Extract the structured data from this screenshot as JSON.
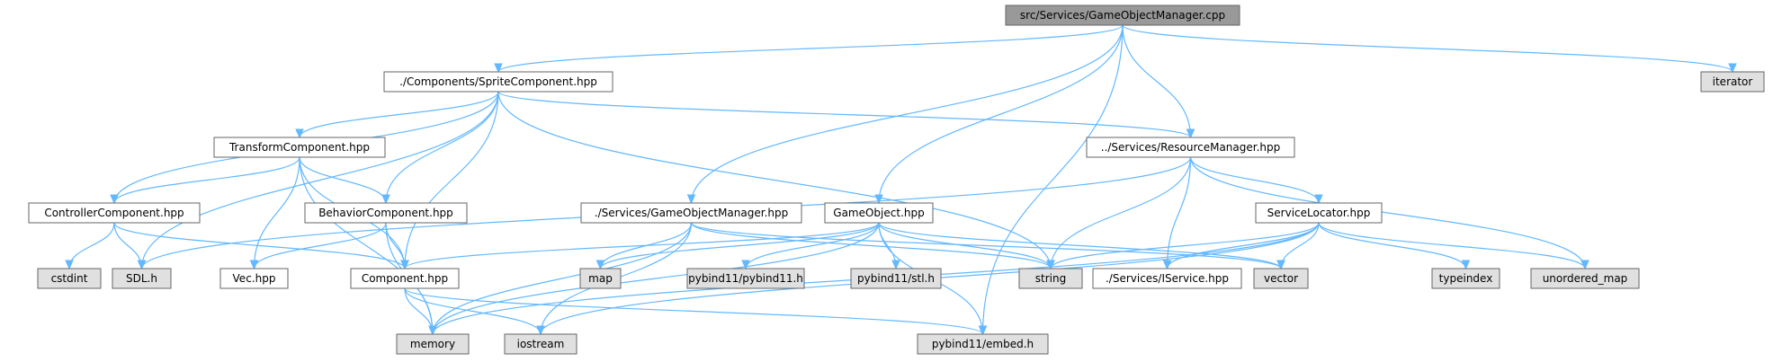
{
  "colors": {
    "edge": "#63b8ff",
    "root_fill": "#999999",
    "node_fill": "#ffffff",
    "system_fill": "#e0e0e0",
    "border": "#666666"
  },
  "diagram": {
    "nodes": [
      {
        "id": "root",
        "label": "src/Services/GameObjectManager.cpp",
        "kind": "root"
      },
      {
        "id": "sprite",
        "label": "./Components/SpriteComponent.hpp",
        "kind": "file"
      },
      {
        "id": "iterator",
        "label": "iterator",
        "kind": "system"
      },
      {
        "id": "transform",
        "label": "TransformComponent.hpp",
        "kind": "file"
      },
      {
        "id": "resmgr",
        "label": "../Services/ResourceManager.hpp",
        "kind": "file"
      },
      {
        "id": "controller",
        "label": "ControllerComponent.hpp",
        "kind": "file"
      },
      {
        "id": "behavior",
        "label": "BehaviorComponent.hpp",
        "kind": "file"
      },
      {
        "id": "gomgr",
        "label": "./Services/GameObjectManager.hpp",
        "kind": "file"
      },
      {
        "id": "gameobject",
        "label": "GameObject.hpp",
        "kind": "file"
      },
      {
        "id": "servloc",
        "label": "ServiceLocator.hpp",
        "kind": "file"
      },
      {
        "id": "cstdint",
        "label": "cstdint",
        "kind": "system"
      },
      {
        "id": "sdl",
        "label": "SDL.h",
        "kind": "system"
      },
      {
        "id": "vec",
        "label": "Vec.hpp",
        "kind": "file"
      },
      {
        "id": "component",
        "label": "Component.hpp",
        "kind": "file"
      },
      {
        "id": "map",
        "label": "map",
        "kind": "system"
      },
      {
        "id": "pybind11",
        "label": "pybind11/pybind11.h",
        "kind": "system"
      },
      {
        "id": "pystl",
        "label": "pybind11/stl.h",
        "kind": "system"
      },
      {
        "id": "string",
        "label": "string",
        "kind": "system"
      },
      {
        "id": "iservice",
        "label": "./Services/IService.hpp",
        "kind": "file"
      },
      {
        "id": "vector",
        "label": "vector",
        "kind": "system"
      },
      {
        "id": "typeindex",
        "label": "typeindex",
        "kind": "system"
      },
      {
        "id": "umap",
        "label": "unordered_map",
        "kind": "system"
      },
      {
        "id": "memory",
        "label": "memory",
        "kind": "system"
      },
      {
        "id": "iostream",
        "label": "iostream",
        "kind": "system"
      },
      {
        "id": "embed",
        "label": "pybind11/embed.h",
        "kind": "system"
      }
    ],
    "edges": [
      [
        "root",
        "sprite"
      ],
      [
        "root",
        "iterator"
      ],
      [
        "root",
        "resmgr"
      ],
      [
        "root",
        "gomgr"
      ],
      [
        "root",
        "gameobject"
      ],
      [
        "root",
        "embed"
      ],
      [
        "sprite",
        "transform"
      ],
      [
        "sprite",
        "resmgr"
      ],
      [
        "sprite",
        "controller"
      ],
      [
        "sprite",
        "behavior"
      ],
      [
        "sprite",
        "sdl"
      ],
      [
        "sprite",
        "component"
      ],
      [
        "sprite",
        "string"
      ],
      [
        "transform",
        "controller"
      ],
      [
        "transform",
        "behavior"
      ],
      [
        "transform",
        "vec"
      ],
      [
        "transform",
        "component"
      ],
      [
        "transform",
        "memory"
      ],
      [
        "resmgr",
        "sdl"
      ],
      [
        "resmgr",
        "servloc"
      ],
      [
        "resmgr",
        "string"
      ],
      [
        "resmgr",
        "iservice"
      ],
      [
        "resmgr",
        "umap"
      ],
      [
        "controller",
        "cstdint"
      ],
      [
        "controller",
        "sdl"
      ],
      [
        "controller",
        "component"
      ],
      [
        "behavior",
        "vec"
      ],
      [
        "behavior",
        "component"
      ],
      [
        "behavior",
        "memory"
      ],
      [
        "gomgr",
        "map"
      ],
      [
        "gomgr",
        "memory"
      ],
      [
        "gomgr",
        "iostream"
      ],
      [
        "gomgr",
        "string"
      ],
      [
        "gomgr",
        "vector"
      ],
      [
        "gameobject",
        "component"
      ],
      [
        "gameobject",
        "map"
      ],
      [
        "gameobject",
        "pybind11"
      ],
      [
        "gameobject",
        "pystl"
      ],
      [
        "gameobject",
        "string"
      ],
      [
        "gameobject",
        "memory"
      ],
      [
        "gameobject",
        "embed"
      ],
      [
        "gameobject",
        "vector"
      ],
      [
        "servloc",
        "string"
      ],
      [
        "servloc",
        "iservice"
      ],
      [
        "servloc",
        "vector"
      ],
      [
        "servloc",
        "typeindex"
      ],
      [
        "servloc",
        "umap"
      ],
      [
        "servloc",
        "memory"
      ],
      [
        "servloc",
        "iostream"
      ],
      [
        "component",
        "memory"
      ],
      [
        "component",
        "iostream"
      ],
      [
        "component",
        "embed"
      ]
    ]
  }
}
